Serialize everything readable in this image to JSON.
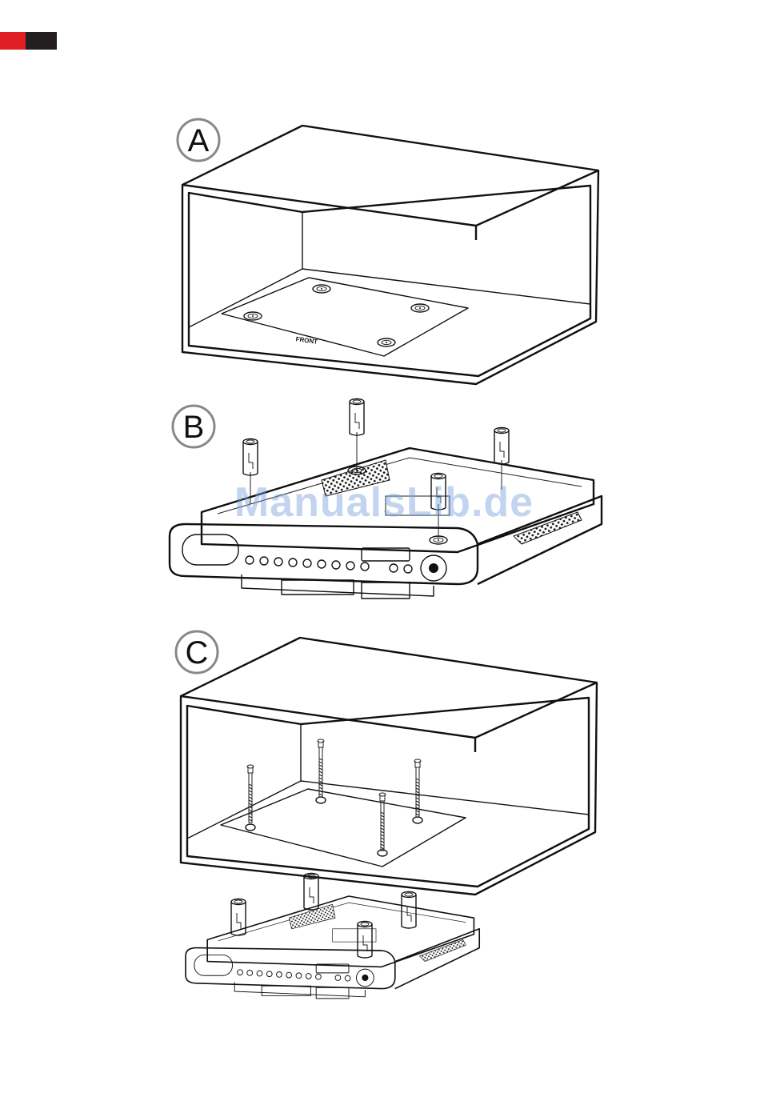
{
  "page": {
    "step_labels": [
      "A",
      "B",
      "C"
    ],
    "front_label": "FRONT",
    "watermark": "ManualsLib.de"
  },
  "colors": {
    "corner_accent": "#e01e26",
    "corner_dark": "#231f20",
    "watermark": "#78a0dc"
  }
}
